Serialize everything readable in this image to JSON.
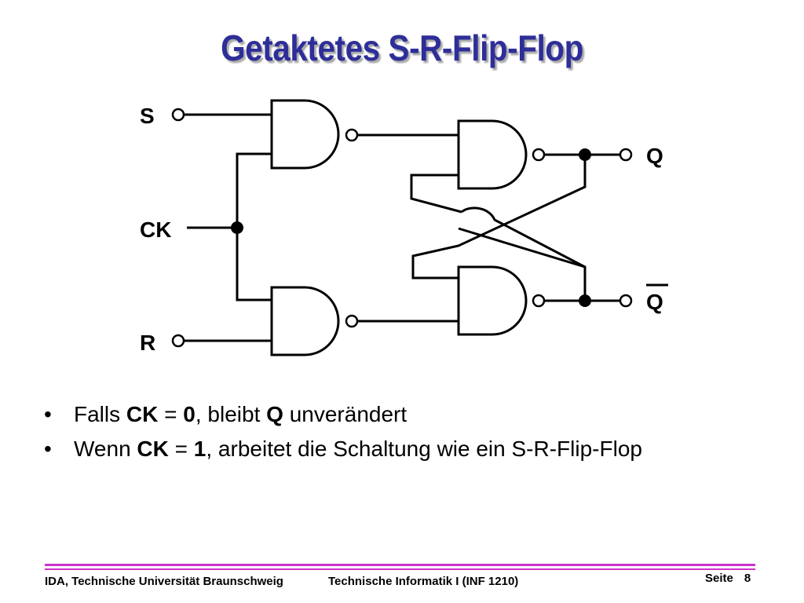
{
  "slide": {
    "title": "Getaktetes S-R-Flip-Flop"
  },
  "circuit": {
    "inputs": {
      "s": "S",
      "ck": "CK",
      "r": "R"
    },
    "outputs": {
      "q": "Q",
      "q_bar": "Q"
    }
  },
  "bullets": [
    {
      "before": "Falls ",
      "b1": "CK",
      "eq": " = ",
      "b2": "0",
      "mid": ", bleibt ",
      "b3": "Q",
      "after": " unverändert"
    },
    {
      "before": "Wenn ",
      "b1": "CK",
      "eq": " = ",
      "b2": "1",
      "after": ", arbeitet die Schaltung wie ein S-R-Flip-Flop"
    }
  ],
  "footer": {
    "left": "IDA, Technische Universität Braunschweig",
    "center": "Technische Informatik I (INF 1210)",
    "page_label": "Seite",
    "page_number": "8"
  },
  "colors": {
    "title": "#2e2e99",
    "footer_rule": "#cc33cc"
  }
}
